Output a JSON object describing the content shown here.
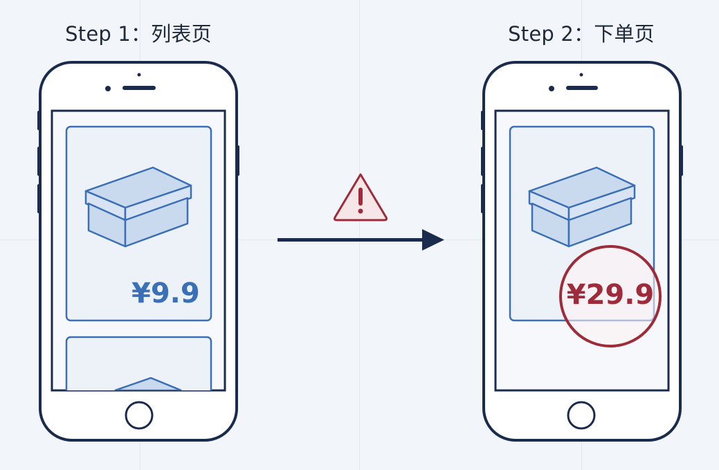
{
  "steps": [
    {
      "title": "Step 1：列表页",
      "price": "¥9.9"
    },
    {
      "title": "Step 2：下单页",
      "price": "¥29.9"
    }
  ],
  "colors": {
    "outline": "#1b2b4d",
    "product_blue": "#3b6fb6",
    "alert_red": "#9e2b39",
    "background": "#f2f5f9"
  },
  "icons": {
    "warning": "warning-triangle-icon",
    "arrow": "right-arrow-icon",
    "product": "box-icon",
    "home_button": "home-button-icon"
  }
}
